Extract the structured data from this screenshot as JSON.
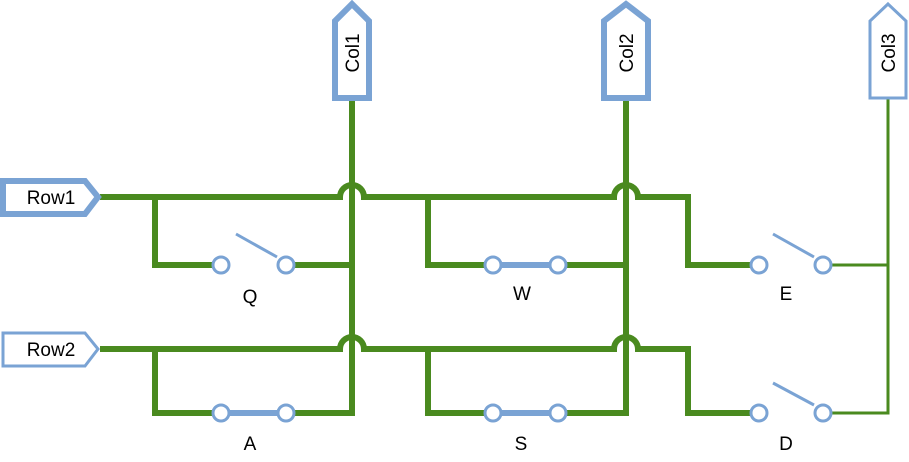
{
  "colors": {
    "wire": "#4a8a1f",
    "component": "#7aa3d4",
    "background": "#ffffff"
  },
  "ports": {
    "row1": "Row1",
    "row2": "Row2",
    "col1": "Col1",
    "col2": "Col2",
    "col3": "Col3"
  },
  "keys": {
    "q": "Q",
    "w": "W",
    "e": "E",
    "a": "A",
    "s": "S",
    "d": "D"
  },
  "switch_states": {
    "Q": "open",
    "W": "closed",
    "E": "open",
    "A": "closed",
    "S": "closed",
    "D": "open"
  }
}
